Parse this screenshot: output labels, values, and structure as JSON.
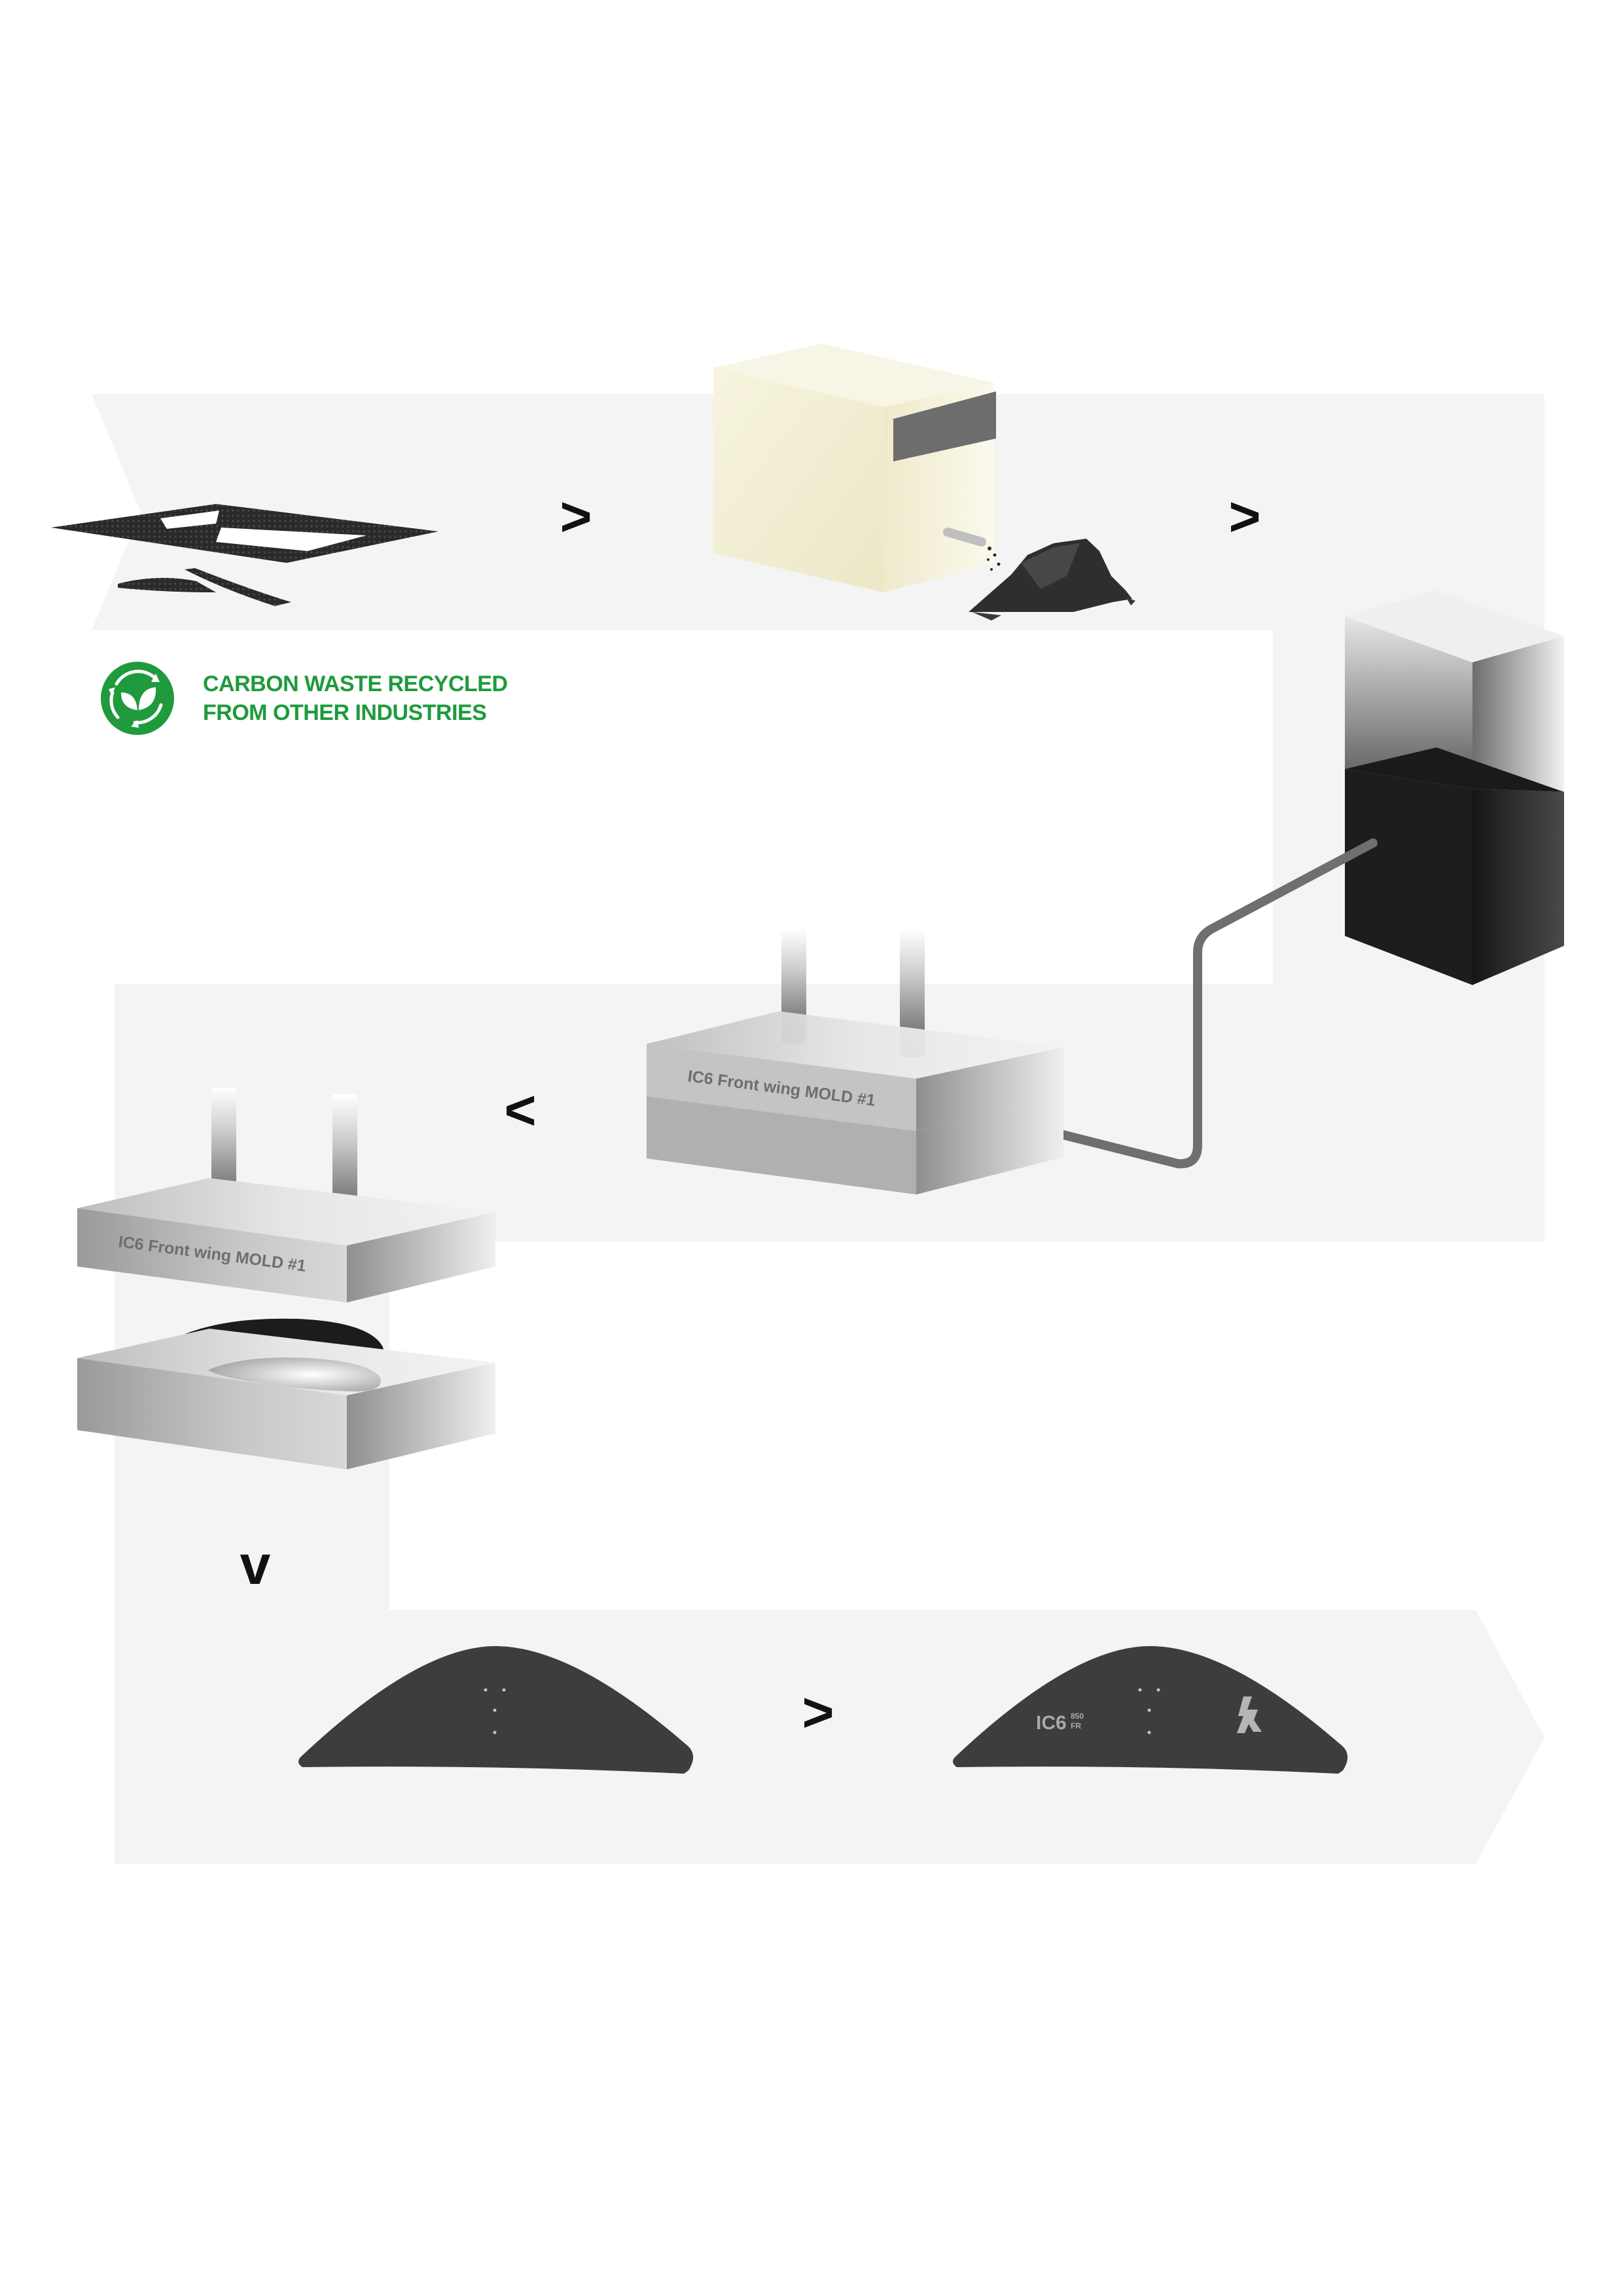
{
  "eco_badge": {
    "line1": "CARBON WASTE RECYCLED",
    "line2": "FROM OTHER INDUSTRIES",
    "color": "#1f9a3c",
    "icon": "recycle-leaf-icon"
  },
  "steps": [
    {
      "name": "carbon-waste-scraps"
    },
    {
      "name": "shredding-machine"
    },
    {
      "name": "resin-tank"
    },
    {
      "name": "injection-mold-closed"
    },
    {
      "name": "mold-opened"
    },
    {
      "name": "raw-front-wing"
    },
    {
      "name": "finished-front-wing"
    }
  ],
  "arrows": [
    ">",
    ">",
    "<",
    "v",
    ">"
  ],
  "mold": {
    "label_top": "IC6 Front wing MOLD #1",
    "label_open": "IC6 Front wing MOLD #1"
  },
  "finished_wing": {
    "brand": "IC6",
    "model_top": "850",
    "model_bottom": "FR"
  },
  "colors": {
    "flow_band": "#f4f4f4",
    "carbon": "#3d3d3d",
    "machine_body": "#f4f1dd",
    "tank_resin": "#1d1d1d",
    "pipe": "#707070",
    "arrow": "#111111"
  }
}
